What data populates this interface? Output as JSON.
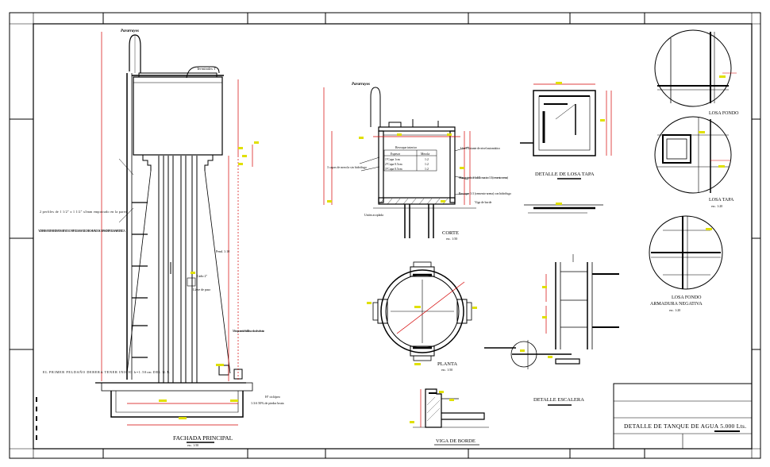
{
  "sheet": {
    "title_block": "DETALLE DE TANQUE DE AGUA 5.000 Lts."
  },
  "elevation": {
    "title": "FACHADA PRINCIPAL",
    "scale": "esc. 1:50",
    "top_label": "Pararrayos",
    "roof_label": "Terminales T",
    "rebar_note": "2 perfiles de 1 1/2\" x 1 1/2\" x3mm empotrado en la pared",
    "paint_note": "Y DEBERAN TENER TRATAMIENTO CON PINTURA ANTICORROSIVA Y DOS CAPAS DE PINTURA SINTETICA",
    "pipe_label": "Caño 2\"",
    "drain_label": "Llave de paso",
    "slope_label": "Pend. 1:10",
    "wall_label": "Mampostería de ladrillos con bordes a la vista",
    "step_note": "EL PRIMER PELDAÑO DEBERA TENER INICIO h=1.50cm DEL N.T.",
    "footing_label_1": "H° ciclópeo",
    "footing_label_2": "1:3:6 50% de piedra bruta"
  },
  "section": {
    "title": "CORTE",
    "scale": "esc. 1:50",
    "top_label": "Pararrayos",
    "coating_header": "Revoque interior",
    "coating_cols": [
      "Espesor",
      "Mezcla"
    ],
    "coating_rows": [
      {
        "layer": "1°Capa 1cm",
        "mix": "1:2"
      },
      {
        "layer": "2°Capa 0.5cm",
        "mix": "1:2"
      },
      {
        "layer": "3°Capa 0.5cm",
        "mix": "1:2"
      }
    ],
    "inlet_label": "Llave flotante de nivel automático",
    "wall_label": "Mampostería de ladrillo macizo 1:3 (cemento-arena)",
    "waterproof_label": "Revoque 1:3 (cemento-arena) con hidrófugo",
    "beam_label": "Viga de borde",
    "union_label": "Unión acoplada",
    "side_label": "3 capas de mezcla sin hidrófugo"
  },
  "lid_detail": {
    "title": "DETALLE DE LOSA TAPA"
  },
  "plan": {
    "title": "PLANTA",
    "scale": "esc. 1:50"
  },
  "beam_detail": {
    "title": "VIGA DE BORDE"
  },
  "stair_detail": {
    "title": "DETALLE ESCALERA"
  },
  "slab_details": {
    "bottom_title": "LOSA FONDO",
    "top_title": "LOSA TAPA",
    "top_scale": "esc. 1:20",
    "neg_title_1": "LOSA FONDO",
    "neg_title_2": "ARMADURA NEGATIVA",
    "neg_scale": "esc. 1:20"
  },
  "colors": {
    "line": "#000000",
    "dimension": "#d40000",
    "highlight": "#d8d800",
    "gray": "#777777"
  }
}
